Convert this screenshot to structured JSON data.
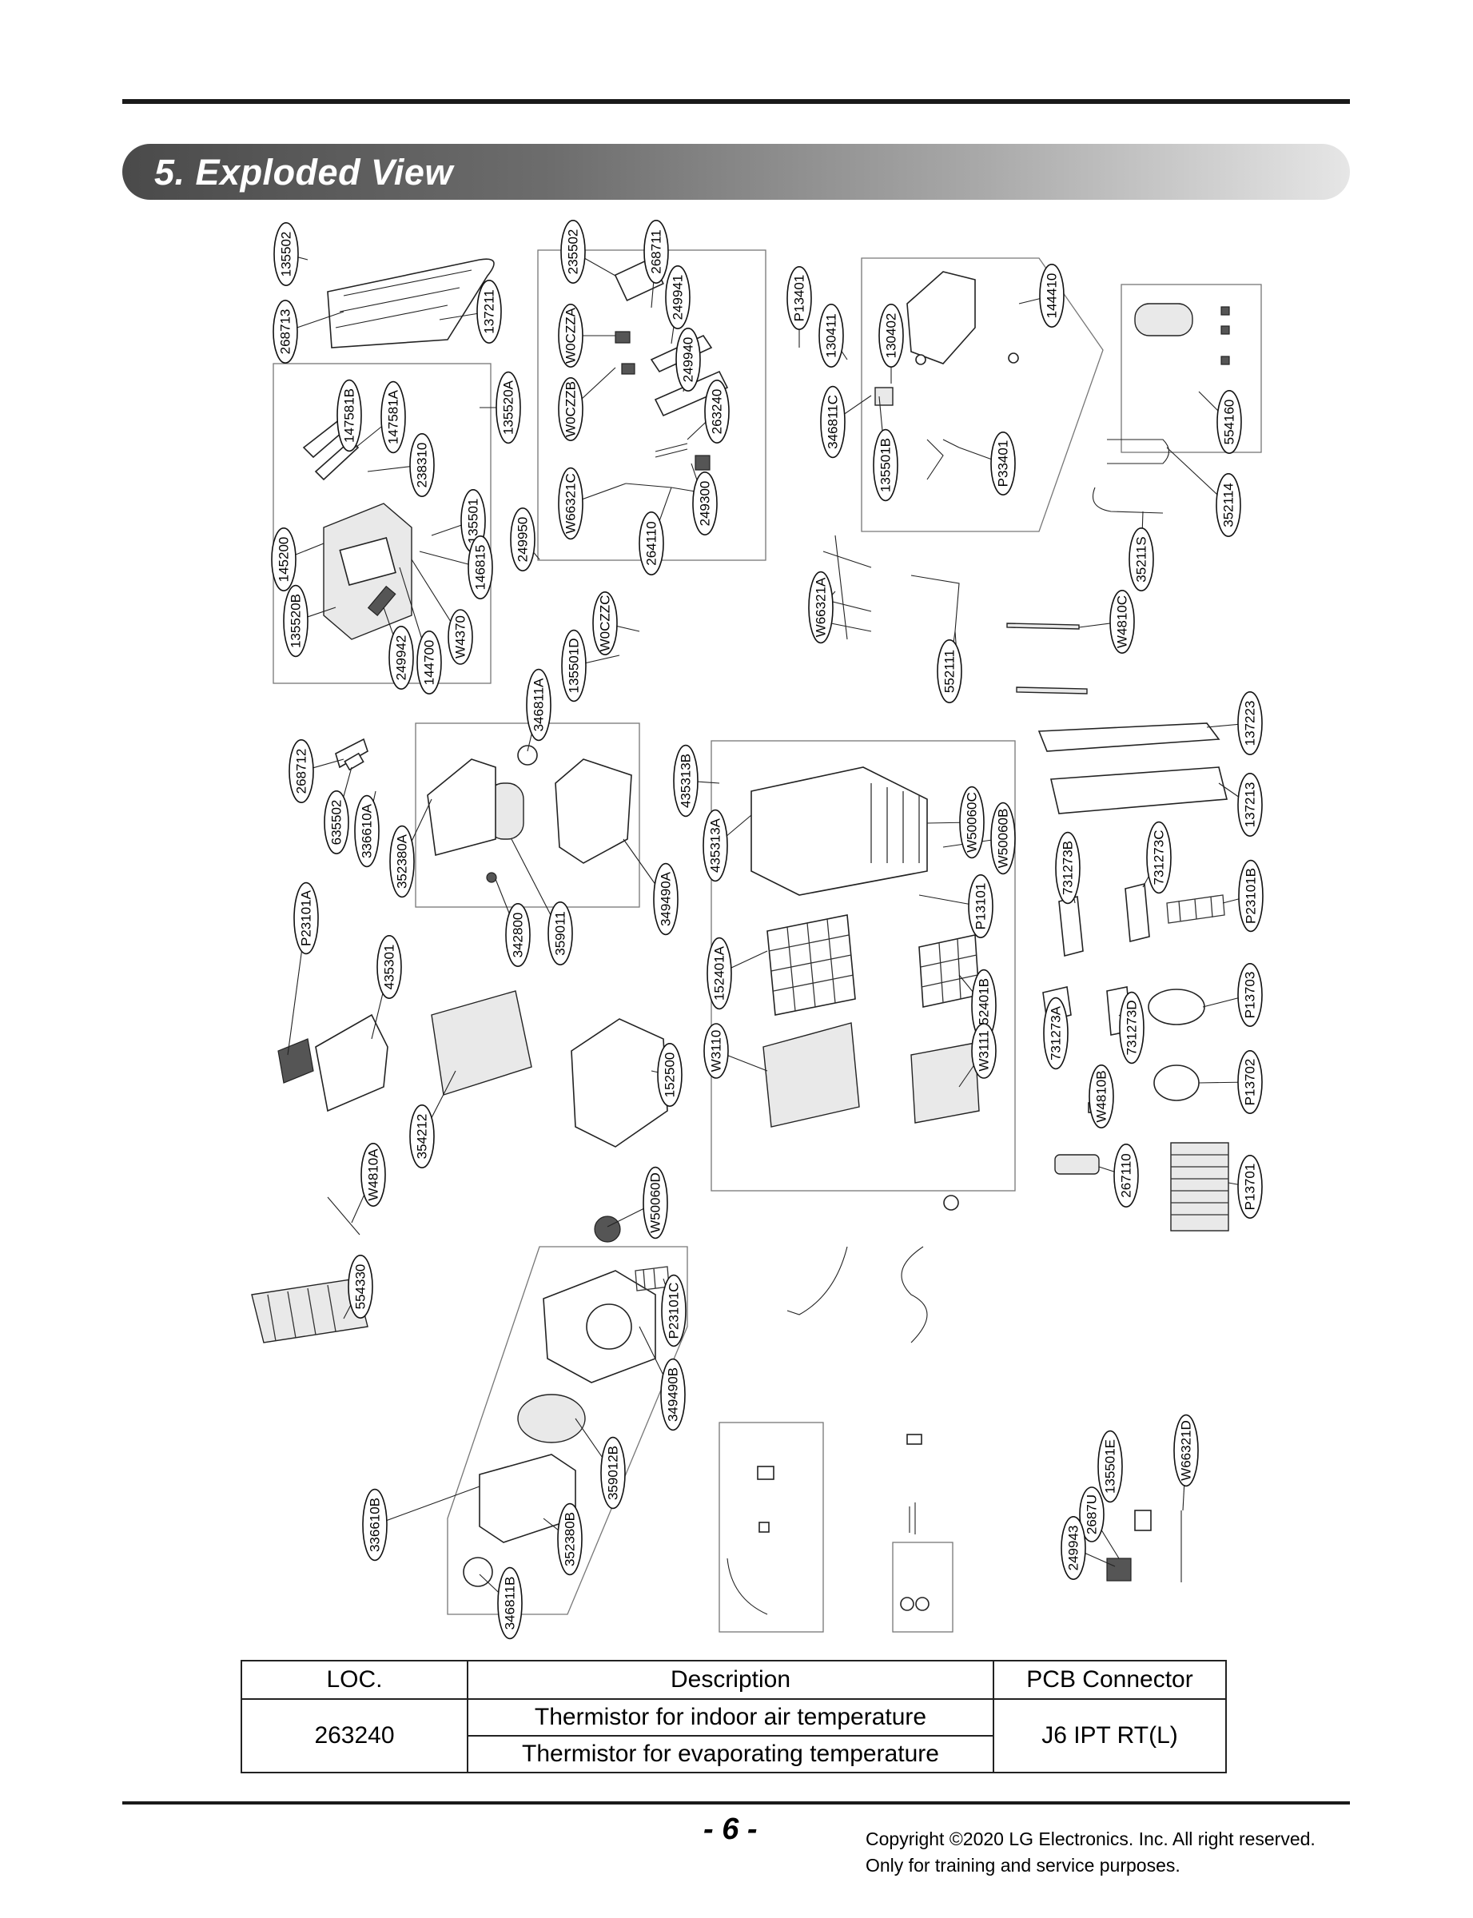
{
  "header": {
    "title": "5. Exploded View"
  },
  "callouts": [
    {
      "id": "c1",
      "label": "135502"
    },
    {
      "id": "c2",
      "label": "268713"
    },
    {
      "id": "c3",
      "label": "137211"
    },
    {
      "id": "c4",
      "label": "235502"
    },
    {
      "id": "c5",
      "label": "268711"
    },
    {
      "id": "c6",
      "label": "249941"
    },
    {
      "id": "c7",
      "label": "W0CZZA"
    },
    {
      "id": "c8",
      "label": "249940"
    },
    {
      "id": "c9",
      "label": "W0CZZB"
    },
    {
      "id": "c10",
      "label": "263240"
    },
    {
      "id": "c11",
      "label": "W66321C"
    },
    {
      "id": "c12",
      "label": "249300"
    },
    {
      "id": "c13",
      "label": "264110"
    },
    {
      "id": "c14",
      "label": "P13401"
    },
    {
      "id": "c15",
      "label": "130411"
    },
    {
      "id": "c16",
      "label": "130402"
    },
    {
      "id": "c17",
      "label": "346811C"
    },
    {
      "id": "c18",
      "label": "135501B"
    },
    {
      "id": "c19",
      "label": "P33401"
    },
    {
      "id": "c20",
      "label": "144410"
    },
    {
      "id": "c21",
      "label": "554160"
    },
    {
      "id": "c22",
      "label": "352114"
    },
    {
      "id": "c23",
      "label": "35211S"
    },
    {
      "id": "c24",
      "label": "135520A"
    },
    {
      "id": "c25",
      "label": "147581B"
    },
    {
      "id": "c26",
      "label": "147581A"
    },
    {
      "id": "c27",
      "label": "238310"
    },
    {
      "id": "c28",
      "label": "145200"
    },
    {
      "id": "c29",
      "label": "135501"
    },
    {
      "id": "c30",
      "label": "146815"
    },
    {
      "id": "c31",
      "label": "135520B"
    },
    {
      "id": "c32",
      "label": "249942"
    },
    {
      "id": "c33",
      "label": "144700"
    },
    {
      "id": "c34",
      "label": "W4370"
    },
    {
      "id": "c35",
      "label": "249950"
    },
    {
      "id": "c36",
      "label": "W0CZZC"
    },
    {
      "id": "c37",
      "label": "135501D"
    },
    {
      "id": "c38",
      "label": "W66321A"
    },
    {
      "id": "c39",
      "label": "552111"
    },
    {
      "id": "c40",
      "label": "W4810C"
    },
    {
      "id": "c41",
      "label": "268712"
    },
    {
      "id": "c42",
      "label": "635502"
    },
    {
      "id": "c43",
      "label": "336610A"
    },
    {
      "id": "c44",
      "label": "352380A"
    },
    {
      "id": "c45",
      "label": "346811A"
    },
    {
      "id": "c46",
      "label": "342800"
    },
    {
      "id": "c47",
      "label": "359011"
    },
    {
      "id": "c48",
      "label": "349490A"
    },
    {
      "id": "c49",
      "label": "435313B"
    },
    {
      "id": "c50",
      "label": "435313A"
    },
    {
      "id": "c51",
      "label": "W50060C"
    },
    {
      "id": "c52",
      "label": "W50060B"
    },
    {
      "id": "c53",
      "label": "P13101"
    },
    {
      "id": "c54",
      "label": "152401A"
    },
    {
      "id": "c55",
      "label": "152401B"
    },
    {
      "id": "c56",
      "label": "W3110"
    },
    {
      "id": "c57",
      "label": "W3111"
    },
    {
      "id": "c58",
      "label": "137223"
    },
    {
      "id": "c59",
      "label": "137213"
    },
    {
      "id": "c60",
      "label": "731273B"
    },
    {
      "id": "c61",
      "label": "731273C"
    },
    {
      "id": "c62",
      "label": "P23101B"
    },
    {
      "id": "c63",
      "label": "P23101A"
    },
    {
      "id": "c64",
      "label": "435301"
    },
    {
      "id": "c65",
      "label": "354212"
    },
    {
      "id": "c66",
      "label": "152500"
    },
    {
      "id": "c67",
      "label": "731273A"
    },
    {
      "id": "c68",
      "label": "731273D"
    },
    {
      "id": "c69",
      "label": "P13703"
    },
    {
      "id": "c70",
      "label": "W4810B"
    },
    {
      "id": "c71",
      "label": "P13702"
    },
    {
      "id": "c72",
      "label": "W4810A"
    },
    {
      "id": "c73",
      "label": "W50060D"
    },
    {
      "id": "c74",
      "label": "267110"
    },
    {
      "id": "c75",
      "label": "P13701"
    },
    {
      "id": "c76",
      "label": "554330"
    },
    {
      "id": "c77",
      "label": "P23101C"
    },
    {
      "id": "c78",
      "label": "349490B"
    },
    {
      "id": "c79",
      "label": "359012B"
    },
    {
      "id": "c80",
      "label": "336610B"
    },
    {
      "id": "c81",
      "label": "352380B"
    },
    {
      "id": "c82",
      "label": "346811B"
    },
    {
      "id": "c83",
      "label": "135501E"
    },
    {
      "id": "c84",
      "label": "W66321D"
    },
    {
      "id": "c85",
      "label": "2687U"
    },
    {
      "id": "c86",
      "label": "249943"
    }
  ],
  "table": {
    "headers": [
      "LOC.",
      "Description",
      "PCB Connector"
    ],
    "loc": "263240",
    "descriptions": [
      "Thermistor for indoor air temperature",
      "Thermistor for evaporating temperature"
    ],
    "connector": "J6 IPT RT(L)"
  },
  "footer": {
    "page": "- 6 -",
    "copyright_line1": "Copyright ©2020 LG Electronics. Inc. All right reserved.",
    "copyright_line2": "Only for training and service purposes."
  }
}
